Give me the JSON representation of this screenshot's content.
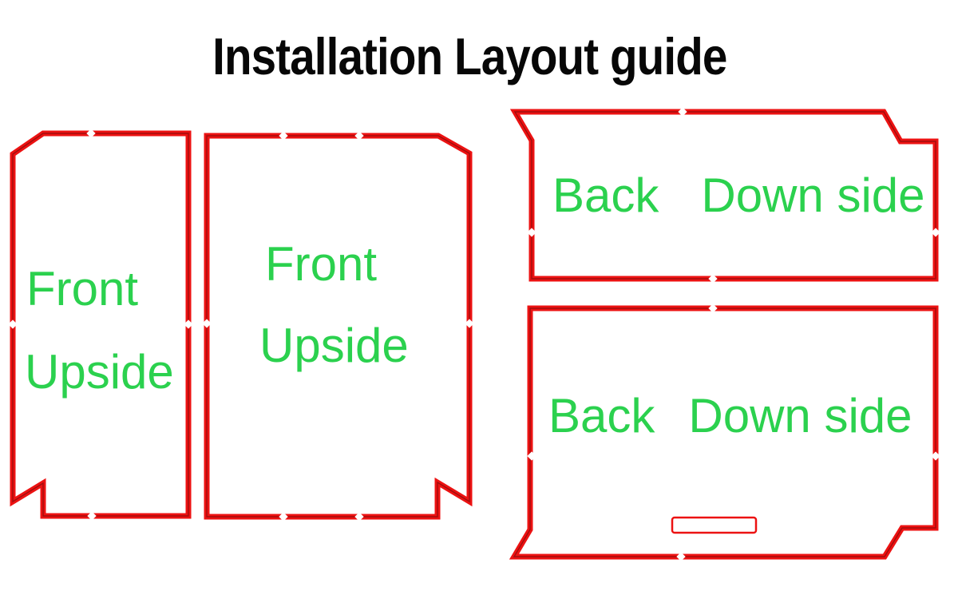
{
  "title": "Installation Layout guide",
  "colors": {
    "background": "#ffffff",
    "outline_red": "#ec1212",
    "outline_inner_dark": "#8f0d0d",
    "label_green": "#2bd14e",
    "title_color": "#070707"
  },
  "panels": {
    "front_left": {
      "line1": "Front",
      "line2": "Upside"
    },
    "front_right": {
      "line1": "Front",
      "line2": "Upside"
    },
    "back_top": {
      "word1": "Back",
      "word2": "Down side"
    },
    "back_bottom": {
      "word1": "Back",
      "word2": "Down side"
    }
  }
}
